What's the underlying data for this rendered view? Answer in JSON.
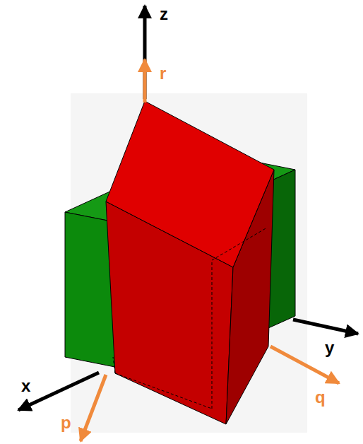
{
  "diagram": {
    "labels": [
      "z",
      "r",
      "x",
      "p",
      "y",
      "q"
    ]
  }
}
